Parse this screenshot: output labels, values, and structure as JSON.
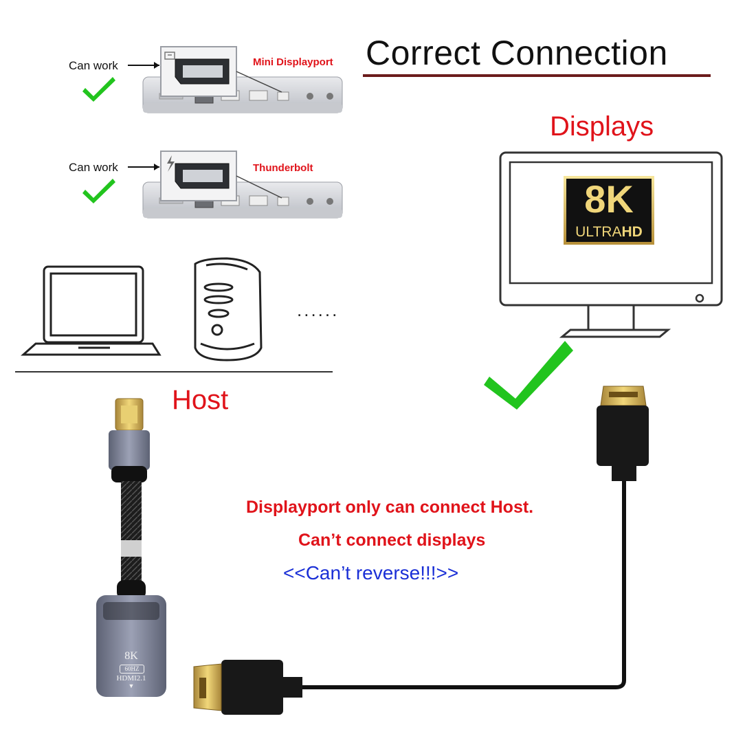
{
  "title": "Correct Connection",
  "hosts_section": {
    "items": [
      {
        "can_work": "Can work",
        "port_label": "Mini Displayport",
        "port_icon": "mini-displayport-icon"
      },
      {
        "can_work": "Can work",
        "port_label": "Thunderbolt",
        "port_icon": "thunderbolt-icon"
      }
    ],
    "more": "......",
    "host_label": "Host"
  },
  "displays_section": {
    "label": "Displays",
    "badge_main": "8K",
    "badge_sub_light": "ULTRA",
    "badge_sub_bold": "HD"
  },
  "adapter": {
    "line1": "8K",
    "line2": "60HZ",
    "line3": "HDMI2.1",
    "arrow": "▼"
  },
  "notes": {
    "line1": "Displayport only can connect Host.",
    "line2": "Can’t connect displays",
    "warning": "<<Can’t reverse!!!>>"
  },
  "colors": {
    "red": "#e0131a",
    "blue": "#1a2fd6",
    "check_green": "#22c41e",
    "connector_gold": "#d9b84a",
    "adapter_gray": "#7a7f94"
  }
}
